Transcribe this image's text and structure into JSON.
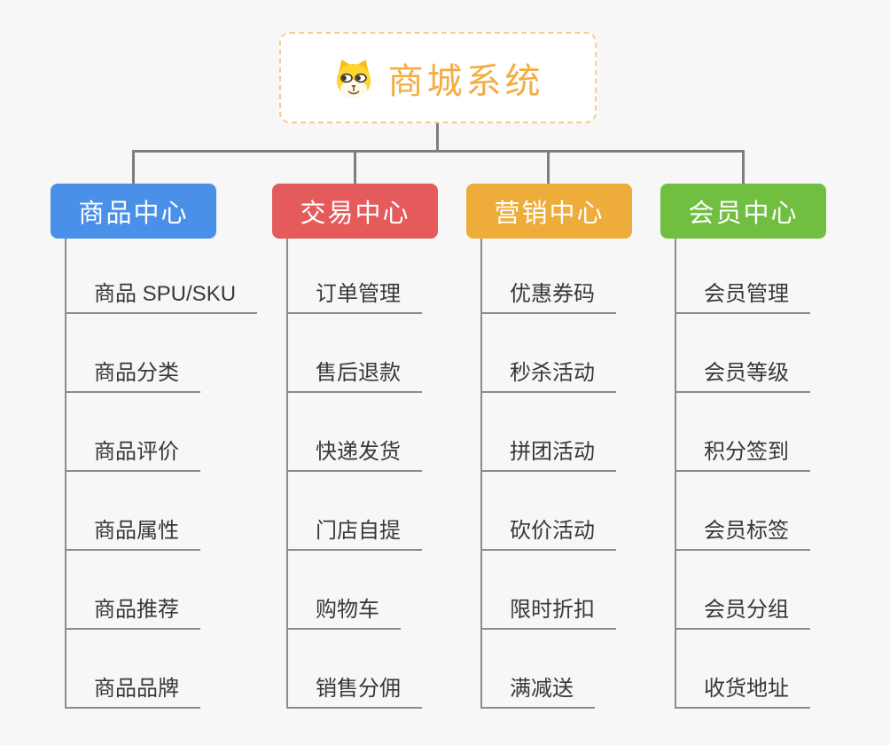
{
  "root": {
    "title": "商城系统",
    "icon": "dog-face-icon"
  },
  "branches": [
    {
      "label": "商品中心",
      "color": "#4a90e8",
      "items": [
        "商品 SPU/SKU",
        "商品分类",
        "商品评价",
        "商品属性",
        "商品推荐",
        "商品品牌"
      ]
    },
    {
      "label": "交易中心",
      "color": "#e55b5b",
      "items": [
        "订单管理",
        "售后退款",
        "快递发货",
        "门店自提",
        "购物车",
        "销售分佣"
      ]
    },
    {
      "label": "营销中心",
      "color": "#eeac3b",
      "items": [
        "优惠券码",
        "秒杀活动",
        "拼团活动",
        "砍价活动",
        "限时折扣",
        "满减送"
      ]
    },
    {
      "label": "会员中心",
      "color": "#70bf41",
      "items": [
        "会员管理",
        "会员等级",
        "积分签到",
        "会员标签",
        "会员分组",
        "收货地址"
      ]
    }
  ],
  "colors": {
    "background": "#f7f7f7",
    "root_border": "#f6cd8e",
    "root_text": "#f2ad43",
    "connector_line": "#7e7e7e",
    "topic_line": "#8c8c8c",
    "topic_text": "#383838"
  }
}
